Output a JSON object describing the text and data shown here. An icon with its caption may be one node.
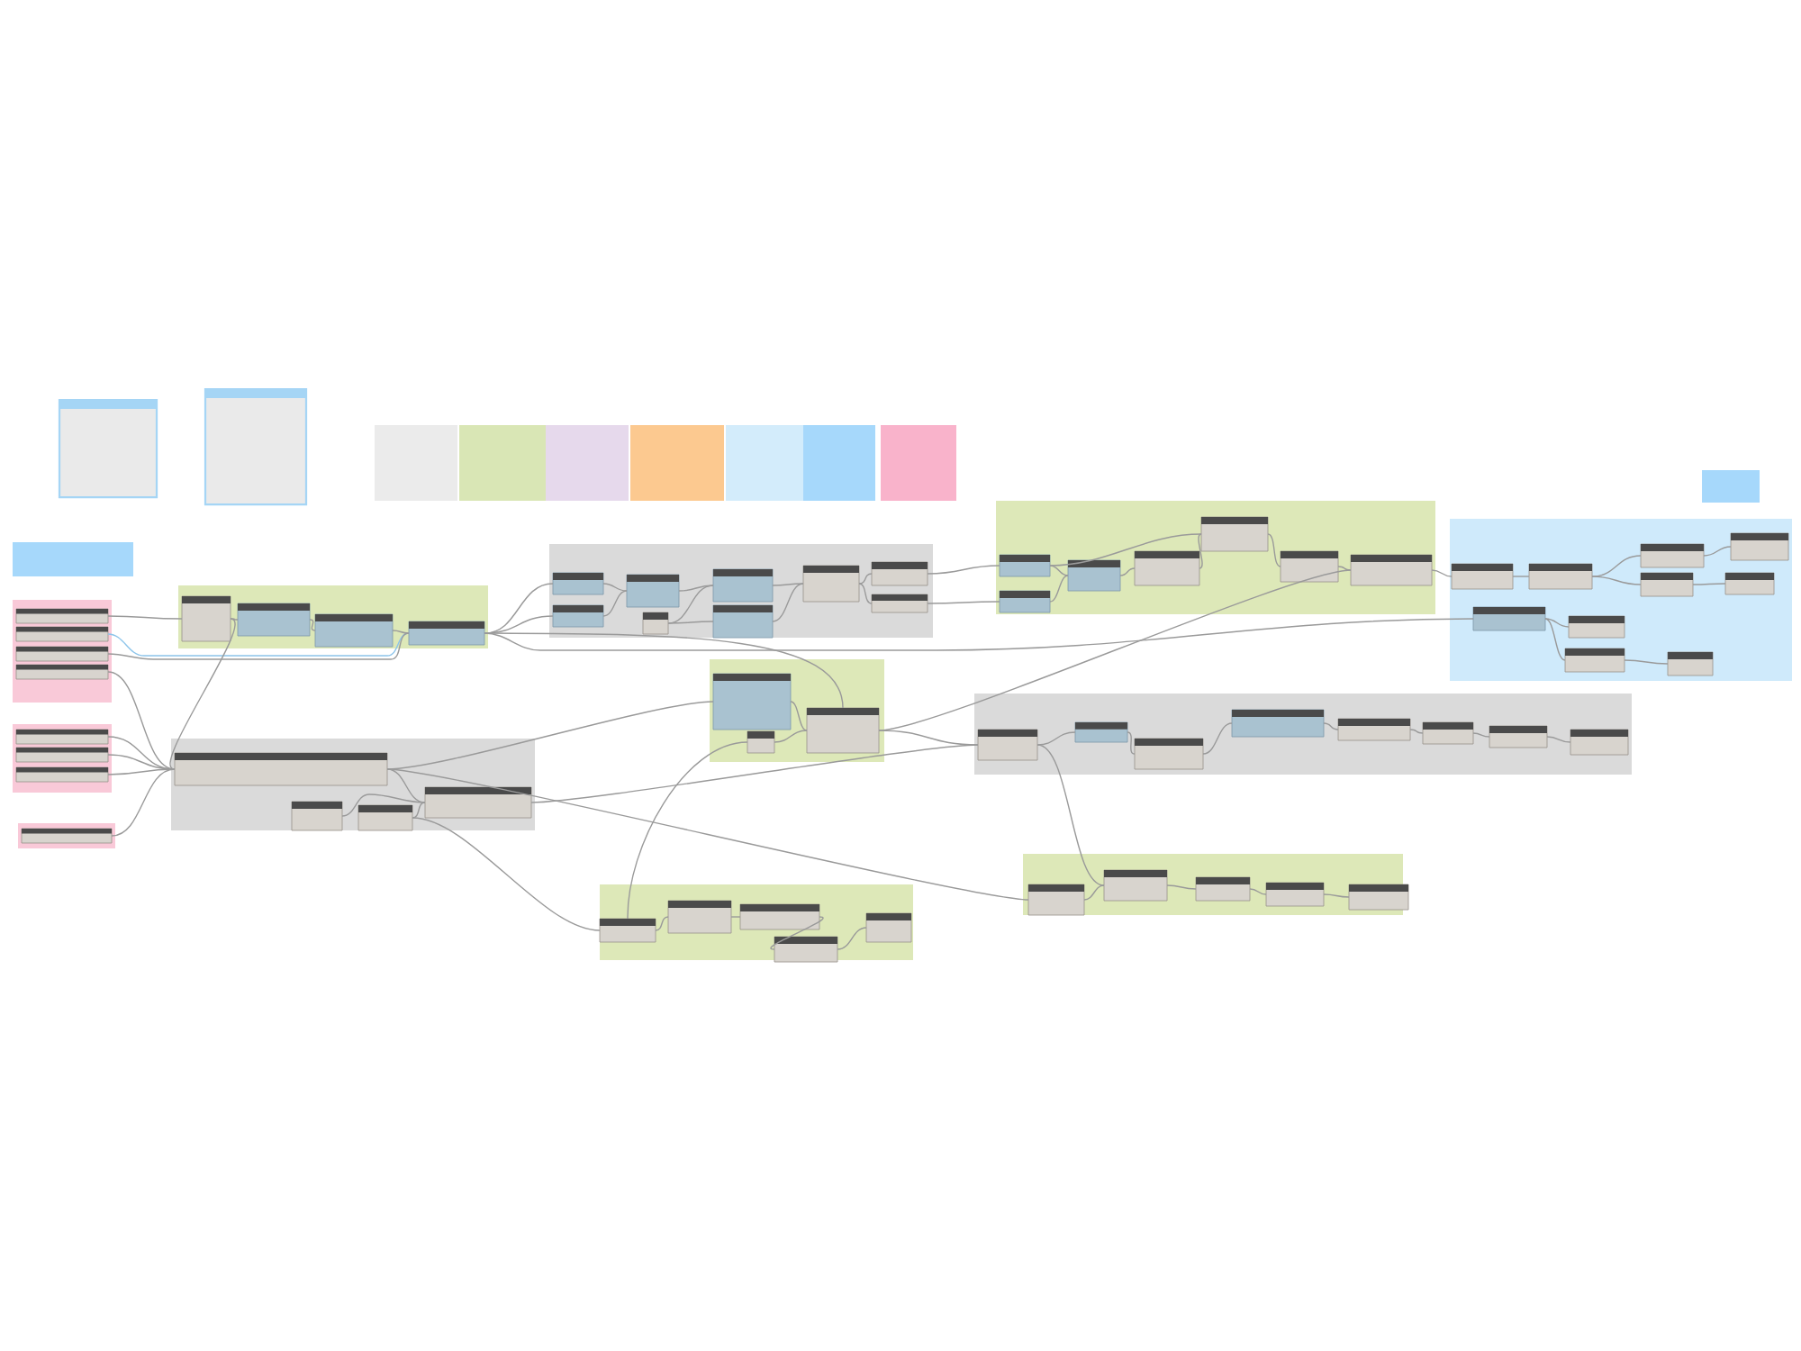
{
  "diagram": {
    "nodes": [
      {
        "text": [],
        "shape": "box"
      },
      {
        "text": [],
        "shape": "box"
      },
      {
        "text": [],
        "shape": "box"
      },
      {
        "text": [],
        "shape": "box"
      },
      {
        "text": [],
        "shape": "box"
      },
      {
        "text": [],
        "shape": "box"
      },
      {
        "text": [],
        "shape": "box"
      },
      {
        "text": [],
        "shape": "box"
      },
      {
        "text": [],
        "shape": "box"
      },
      {
        "text": [],
        "shape": "box"
      },
      {
        "text": [],
        "shape": "box"
      },
      {
        "text": [],
        "shape": "box"
      },
      {
        "text": [],
        "shape": "box",
        "in": 11
      },
      {
        "text": [],
        "shape": "box",
        "in": 11
      },
      {
        "text": [],
        "shape": "box",
        "in": 11
      },
      {
        "text": [],
        "shape": "box",
        "in": 11
      },
      {
        "text": [],
        "shape": "box"
      },
      {
        "text": [],
        "shape": "box",
        "in": 16
      },
      {
        "text": [],
        "shape": "box",
        "in": 16
      },
      {
        "text": [],
        "shape": "box",
        "in": 16
      },
      {
        "text": [],
        "shape": "box"
      },
      {
        "text": [],
        "shape": "box",
        "in": 20
      },
      {
        "text": [],
        "shape": "box"
      },
      {
        "text": [],
        "shape": "box",
        "in": 22
      },
      {
        "text": [],
        "shape": "box",
        "in": 22
      },
      {
        "text": [],
        "shape": "box",
        "in": 22
      },
      {
        "text": [],
        "shape": "box",
        "in": 22
      },
      {
        "text": [],
        "shape": "box"
      },
      {
        "text": [],
        "shape": "box",
        "in": 27
      },
      {
        "text": [],
        "shape": "box",
        "in": 27
      },
      {
        "text": [],
        "shape": "box",
        "in": 27
      },
      {
        "text": [],
        "shape": "box",
        "in": 27
      },
      {
        "text": [],
        "shape": "box"
      },
      {
        "text": [],
        "shape": "box",
        "in": 32
      },
      {
        "text": [],
        "shape": "box",
        "in": 32
      },
      {
        "text": [],
        "shape": "box",
        "in": 32
      },
      {
        "text": [],
        "shape": "box",
        "in": 32
      },
      {
        "text": [],
        "shape": "box",
        "in": 32
      },
      {
        "text": [],
        "shape": "box",
        "in": 32
      },
      {
        "text": [],
        "shape": "box",
        "in": 32
      },
      {
        "text": [],
        "shape": "box",
        "in": 32
      },
      {
        "text": [],
        "shape": "box",
        "in": 32
      },
      {
        "text": [],
        "shape": "box"
      },
      {
        "text": [],
        "shape": "box",
        "in": 42
      },
      {
        "text": [],
        "shape": "box",
        "in": 42
      },
      {
        "text": [],
        "shape": "box",
        "in": 42
      },
      {
        "text": [],
        "shape": "box",
        "in": 42
      },
      {
        "text": [],
        "shape": "box",
        "in": 42
      },
      {
        "text": [],
        "shape": "box",
        "in": 42
      },
      {
        "text": [],
        "shape": "box",
        "in": 42
      },
      {
        "text": [],
        "shape": "box"
      },
      {
        "text": [],
        "shape": "box",
        "in": 50
      },
      {
        "text": [],
        "shape": "box",
        "in": 50
      },
      {
        "text": [],
        "shape": "box",
        "in": 50
      },
      {
        "text": [],
        "shape": "box",
        "in": 50
      },
      {
        "text": [],
        "shape": "box",
        "in": 50
      },
      {
        "text": [],
        "shape": "box",
        "in": 50
      },
      {
        "text": [],
        "shape": "box",
        "in": 50
      },
      {
        "text": [],
        "shape": "box",
        "in": 50
      },
      {
        "text": [],
        "shape": "box",
        "in": 50
      },
      {
        "text": [],
        "shape": "box",
        "in": 50
      },
      {
        "text": [],
        "shape": "box"
      },
      {
        "text": [],
        "shape": "box",
        "in": 61
      },
      {
        "text": [],
        "shape": "box",
        "in": 61
      },
      {
        "text": [],
        "shape": "box",
        "in": 61
      },
      {
        "text": [],
        "shape": "box"
      },
      {
        "text": [],
        "shape": "box",
        "in": 65
      },
      {
        "text": [],
        "shape": "box",
        "in": 65
      },
      {
        "text": [],
        "shape": "box",
        "in": 65
      },
      {
        "text": [],
        "shape": "box",
        "in": 65
      },
      {
        "text": [],
        "shape": "box",
        "in": 65
      },
      {
        "text": [],
        "shape": "box",
        "in": 65
      },
      {
        "text": [],
        "shape": "box",
        "in": 65
      },
      {
        "text": [],
        "shape": "box",
        "in": 65
      },
      {
        "text": [],
        "shape": "box"
      },
      {
        "text": [],
        "shape": "box",
        "in": 74
      },
      {
        "text": [],
        "shape": "box",
        "in": 74
      },
      {
        "text": [],
        "shape": "box",
        "in": 74
      },
      {
        "text": [],
        "shape": "box",
        "in": 74
      },
      {
        "text": [],
        "shape": "box",
        "in": 74
      },
      {
        "text": [],
        "shape": "box"
      },
      {
        "text": [],
        "shape": "box",
        "in": 80
      },
      {
        "text": [],
        "shape": "box",
        "in": 80
      },
      {
        "text": [],
        "shape": "box",
        "in": 80
      },
      {
        "text": [],
        "shape": "box",
        "in": 80
      },
      {
        "text": [],
        "shape": "box",
        "in": 80
      }
    ],
    "edges": [
      {
        "from": 12,
        "to": 23,
        "arrow": "none"
      },
      {
        "from": 13,
        "to": 26,
        "arrow": "none",
        "color": "#8cc4ea"
      },
      {
        "from": 14,
        "to": 26,
        "arrow": "none"
      },
      {
        "from": 15,
        "to": 28,
        "arrow": "none"
      },
      {
        "from": 17,
        "to": 28,
        "arrow": "none"
      },
      {
        "from": 18,
        "to": 28,
        "arrow": "none"
      },
      {
        "from": 19,
        "to": 28,
        "arrow": "none"
      },
      {
        "from": 21,
        "to": 28,
        "arrow": "none"
      },
      {
        "from": 23,
        "to": 24,
        "arrow": "none"
      },
      {
        "from": 24,
        "to": 25,
        "arrow": "none"
      },
      {
        "from": 25,
        "to": 26,
        "arrow": "none"
      },
      {
        "from": 23,
        "to": 28,
        "arrow": "none"
      },
      {
        "from": 26,
        "to": 33,
        "arrow": "none"
      },
      {
        "from": 26,
        "to": 34,
        "arrow": "none"
      },
      {
        "from": 26,
        "to": 63,
        "arrow": "none"
      },
      {
        "from": 33,
        "to": 35,
        "arrow": "none"
      },
      {
        "from": 34,
        "to": 35,
        "arrow": "none"
      },
      {
        "from": 35,
        "to": 37,
        "arrow": "none"
      },
      {
        "from": 36,
        "to": 37,
        "arrow": "none"
      },
      {
        "from": 36,
        "to": 38,
        "arrow": "none"
      },
      {
        "from": 37,
        "to": 39,
        "arrow": "none"
      },
      {
        "from": 38,
        "to": 39,
        "arrow": "none"
      },
      {
        "from": 39,
        "to": 40,
        "arrow": "none"
      },
      {
        "from": 39,
        "to": 41,
        "arrow": "none"
      },
      {
        "from": 40,
        "to": 43,
        "arrow": "none"
      },
      {
        "from": 41,
        "to": 44,
        "arrow": "none"
      },
      {
        "from": 43,
        "to": 45,
        "arrow": "none"
      },
      {
        "from": 44,
        "to": 45,
        "arrow": "none"
      },
      {
        "from": 45,
        "to": 46,
        "arrow": "none"
      },
      {
        "from": 46,
        "to": 47,
        "arrow": "none"
      },
      {
        "from": 43,
        "to": 47,
        "arrow": "none"
      },
      {
        "from": 47,
        "to": 48,
        "arrow": "none"
      },
      {
        "from": 48,
        "to": 49,
        "arrow": "none"
      },
      {
        "from": 49,
        "to": 51,
        "arrow": "none"
      },
      {
        "from": 51,
        "to": 52,
        "arrow": "none"
      },
      {
        "from": 52,
        "to": 53,
        "arrow": "none"
      },
      {
        "from": 52,
        "to": 54,
        "arrow": "none"
      },
      {
        "from": 53,
        "to": 55,
        "arrow": "none"
      },
      {
        "from": 54,
        "to": 56,
        "arrow": "none"
      },
      {
        "from": 57,
        "to": 58,
        "arrow": "none"
      },
      {
        "from": 57,
        "to": 59,
        "arrow": "none"
      },
      {
        "from": 59,
        "to": 60,
        "arrow": "none"
      },
      {
        "from": 28,
        "to": 31,
        "arrow": "none"
      },
      {
        "from": 29,
        "to": 31,
        "arrow": "none"
      },
      {
        "from": 30,
        "to": 31,
        "arrow": "none"
      },
      {
        "from": 28,
        "to": 62,
        "arrow": "none"
      },
      {
        "from": 62,
        "to": 63,
        "arrow": "none"
      },
      {
        "from": 64,
        "to": 63,
        "arrow": "none"
      },
      {
        "from": 63,
        "to": 66,
        "arrow": "none"
      },
      {
        "from": 63,
        "to": 49,
        "arrow": "none"
      },
      {
        "from": 31,
        "to": 66,
        "arrow": "none"
      },
      {
        "from": 26,
        "to": 57,
        "arrow": "none"
      },
      {
        "from": 66,
        "to": 67,
        "arrow": "none"
      },
      {
        "from": 67,
        "to": 68,
        "arrow": "none"
      },
      {
        "from": 68,
        "to": 69,
        "arrow": "none"
      },
      {
        "from": 69,
        "to": 70,
        "arrow": "none"
      },
      {
        "from": 70,
        "to": 71,
        "arrow": "none"
      },
      {
        "from": 71,
        "to": 72,
        "arrow": "none"
      },
      {
        "from": 72,
        "to": 73,
        "arrow": "none"
      },
      {
        "from": 66,
        "to": 82,
        "arrow": "none"
      },
      {
        "from": 30,
        "to": 75,
        "arrow": "none"
      },
      {
        "from": 75,
        "to": 76,
        "arrow": "none"
      },
      {
        "from": 76,
        "to": 77,
        "arrow": "none"
      },
      {
        "from": 77,
        "to": 78,
        "arrow": "none"
      },
      {
        "from": 78,
        "to": 79,
        "arrow": "none"
      },
      {
        "from": 75,
        "to": 64,
        "arrow": "none"
      },
      {
        "from": 28,
        "to": 81,
        "arrow": "none"
      },
      {
        "from": 81,
        "to": 82,
        "arrow": "none"
      },
      {
        "from": 82,
        "to": 83,
        "arrow": "none"
      },
      {
        "from": 83,
        "to": 84,
        "arrow": "none"
      },
      {
        "from": 84,
        "to": 85,
        "arrow": "none"
      }
    ]
  }
}
